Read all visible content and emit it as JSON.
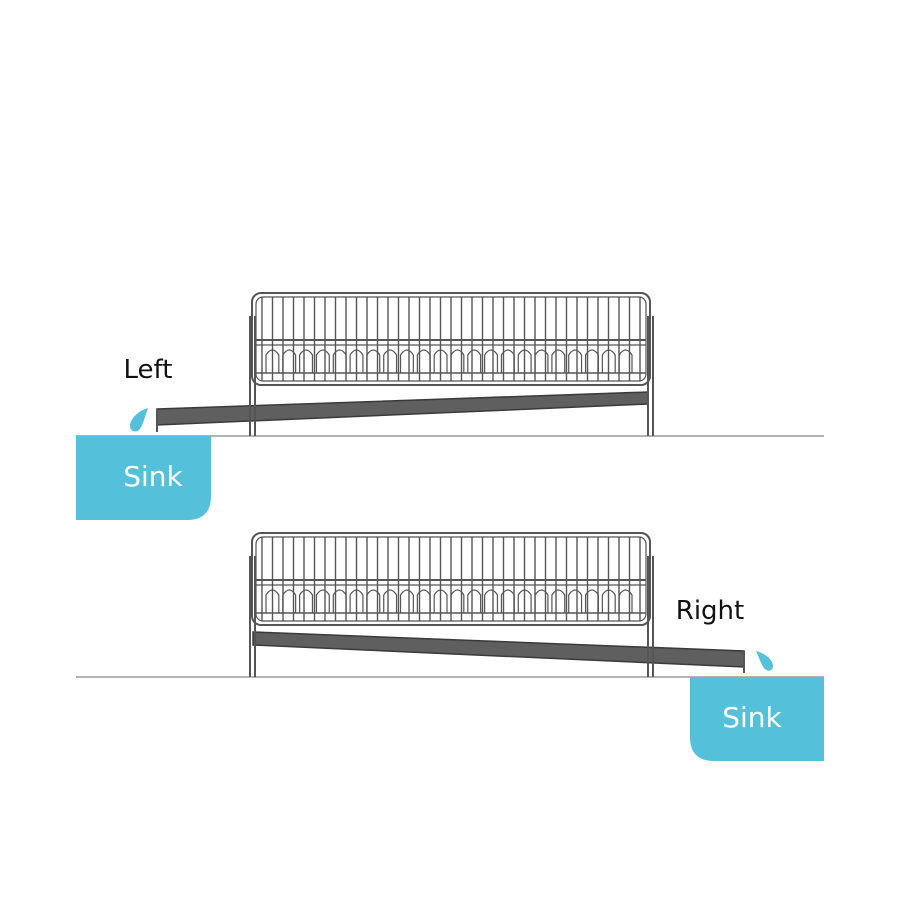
{
  "scenes": [
    {
      "direction_label": "Left",
      "sink_label": "Sink",
      "drain_side": "left"
    },
    {
      "direction_label": "Right",
      "sink_label": "Sink",
      "drain_side": "right"
    }
  ],
  "colors": {
    "sink_fill": "#54c0d9",
    "water_drop": "#54c0d9",
    "drain_board": "#5f5f5f",
    "rack_outline": "#555555",
    "counter_line": "#9a9a9a"
  },
  "icons": {
    "drop": "water-drop-icon",
    "rack": "dish-rack-icon"
  }
}
